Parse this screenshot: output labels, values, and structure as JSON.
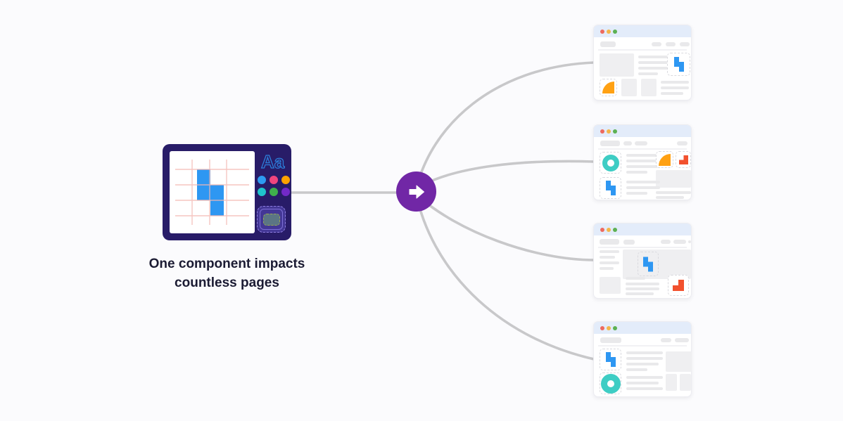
{
  "caption": {
    "line1": "One component impacts",
    "line2": "countless pages"
  },
  "component_editor": {
    "type_specimen": "Aa",
    "palette": [
      "#2D9BF2",
      "#F0457E",
      "#FFA200",
      "#1FC4CC",
      "#3FAF4C",
      "#7229C8"
    ],
    "component_shape": "s-block"
  },
  "hub": {
    "icon": "arrow-right"
  },
  "pages": [
    {
      "featured_components": [
        "s-block",
        "quarter-circle"
      ]
    },
    {
      "featured_components": [
        "donut",
        "quarter-circle",
        "l-block",
        "s-block"
      ]
    },
    {
      "featured_components": [
        "s-block",
        "l-block"
      ]
    },
    {
      "featured_components": [
        "s-block",
        "donut"
      ]
    }
  ],
  "colors": {
    "background": "#FBFBFD",
    "navy": "#281C68",
    "component_blue": "#2E97F2",
    "hub_purple": "#7127A6",
    "connector_gray": "#C8C8CA",
    "titlebar_blue": "#E3ECFA",
    "dot_red": "#EE6A5F",
    "dot_yellow": "#F4B64A",
    "dot_green": "#5CB152",
    "orange": "#FFA113",
    "red": "#F2512E",
    "teal": "#3ECDC4",
    "grid_pink": "#F5B8B2",
    "aa_blue": "#2C7FDB",
    "text_dark": "#1B1B33"
  }
}
